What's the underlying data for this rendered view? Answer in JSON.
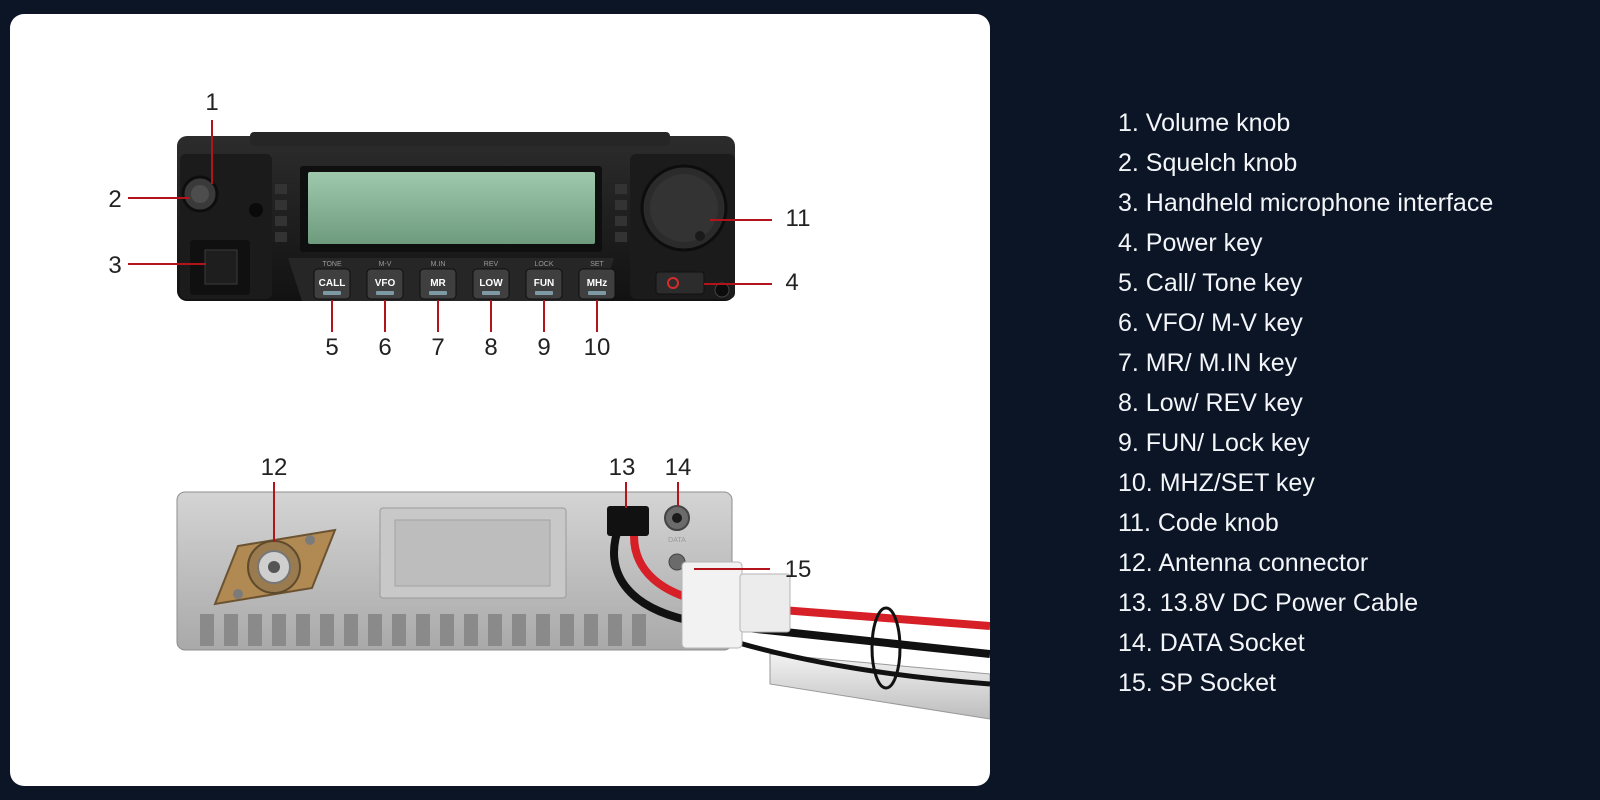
{
  "diagram": {
    "callouts": [
      {
        "num": "1",
        "label": "Volume knob"
      },
      {
        "num": "2",
        "label": "Squelch knob"
      },
      {
        "num": "3",
        "label": "Handheld microphone interface"
      },
      {
        "num": "4",
        "label": "Power key"
      },
      {
        "num": "5",
        "label": "Call/ Tone key"
      },
      {
        "num": "6",
        "label": "VFO/ M-V key"
      },
      {
        "num": "7",
        "label": "MR/ M.IN key"
      },
      {
        "num": "8",
        "label": "Low/ REV key"
      },
      {
        "num": "9",
        "label": "FUN/ Lock key"
      },
      {
        "num": "10",
        "label": "MHZ/SET key"
      },
      {
        "num": "11",
        "label": "Code knob"
      },
      {
        "num": "12",
        "label": "Antenna connector"
      },
      {
        "num": "13",
        "label": "13.8V DC Power Cable"
      },
      {
        "num": "14",
        "label": "DATA Socket"
      },
      {
        "num": "15",
        "label": "SP Socket"
      }
    ],
    "legend_items": [
      "1. Volume knob",
      "2. Squelch knob",
      "3. Handheld microphone interface",
      "4. Power key",
      "5. Call/ Tone key",
      "6. VFO/ M-V key",
      "7. MR/ M.IN key",
      "8. Low/ REV key",
      "9. FUN/ Lock key",
      "10. MHZ/SET key",
      "11. Code knob",
      "12. Antenna connector",
      "13. 13.8V DC Power Cable",
      "14. DATA Socket",
      "15. SP Socket"
    ],
    "front_panel": {
      "buttons": [
        "CALL",
        "VFO",
        "MR",
        "LOW",
        "FUN",
        "MHz"
      ],
      "button_top_labels": [
        "TONE",
        "M-V",
        "M.IN",
        "REV",
        "LOCK",
        "SET"
      ]
    },
    "rear_panel": {
      "data_label": "DATA"
    },
    "colors": {
      "background": "#0b1526",
      "panel": "#ffffff",
      "leader_line": "#b3141c",
      "legend_text": "#f3f5f8"
    }
  }
}
